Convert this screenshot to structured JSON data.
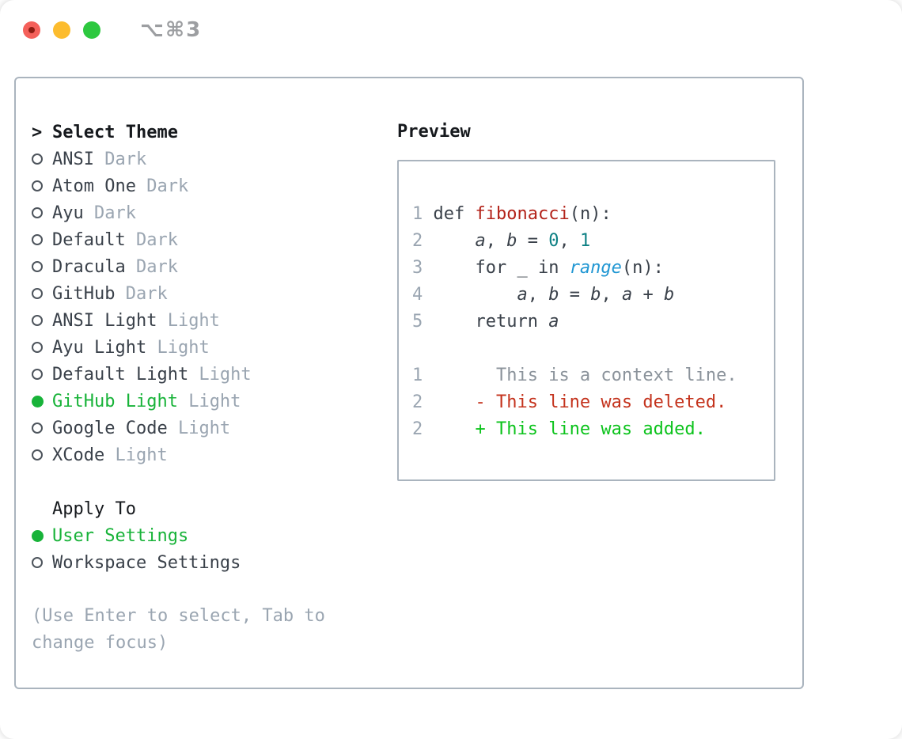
{
  "window": {
    "title": "⌥⌘3",
    "traffic_lights": [
      "close",
      "minimize",
      "zoom"
    ]
  },
  "theme_picker": {
    "prompt": ">",
    "title": "Select Theme",
    "themes": [
      {
        "label": "ANSI",
        "variant": "Dark",
        "selected": false
      },
      {
        "label": "Atom One",
        "variant": "Dark",
        "selected": false
      },
      {
        "label": "Ayu",
        "variant": "Dark",
        "selected": false
      },
      {
        "label": "Default",
        "variant": "Dark",
        "selected": false
      },
      {
        "label": "Dracula",
        "variant": "Dark",
        "selected": false
      },
      {
        "label": "GitHub",
        "variant": "Dark",
        "selected": false
      },
      {
        "label": "ANSI Light",
        "variant": "Light",
        "selected": false
      },
      {
        "label": "Ayu Light",
        "variant": "Light",
        "selected": false
      },
      {
        "label": "Default Light",
        "variant": "Light",
        "selected": false
      },
      {
        "label": "GitHub Light",
        "variant": "Light",
        "selected": true
      },
      {
        "label": "Google Code",
        "variant": "Light",
        "selected": false
      },
      {
        "label": "XCode",
        "variant": "Light",
        "selected": false
      }
    ],
    "apply_to": {
      "title": "Apply To",
      "options": [
        {
          "label": "User Settings",
          "selected": true
        },
        {
          "label": "Workspace Settings",
          "selected": false
        }
      ]
    },
    "hint": "(Use Enter to select, Tab to change focus)"
  },
  "preview": {
    "title": "Preview",
    "code_lines": [
      {
        "num": "1",
        "tokens": [
          {
            "t": "def ",
            "c": "p"
          },
          {
            "t": "fibonacci",
            "c": "f"
          },
          {
            "t": "(n):",
            "c": "p"
          }
        ]
      },
      {
        "num": "2",
        "tokens": [
          {
            "t": "    ",
            "c": "p"
          },
          {
            "t": "a",
            "c": "v"
          },
          {
            "t": ", ",
            "c": "p"
          },
          {
            "t": "b",
            "c": "v"
          },
          {
            "t": " = ",
            "c": "p"
          },
          {
            "t": "0",
            "c": "n"
          },
          {
            "t": ", ",
            "c": "p"
          },
          {
            "t": "1",
            "c": "n"
          }
        ]
      },
      {
        "num": "3",
        "tokens": [
          {
            "t": "    for _ in ",
            "c": "p"
          },
          {
            "t": "range",
            "c": "b"
          },
          {
            "t": "(n):",
            "c": "p"
          }
        ]
      },
      {
        "num": "4",
        "tokens": [
          {
            "t": "        ",
            "c": "p"
          },
          {
            "t": "a",
            "c": "v"
          },
          {
            "t": ", ",
            "c": "p"
          },
          {
            "t": "b",
            "c": "v"
          },
          {
            "t": " = ",
            "c": "p"
          },
          {
            "t": "b",
            "c": "v"
          },
          {
            "t": ", ",
            "c": "p"
          },
          {
            "t": "a",
            "c": "v"
          },
          {
            "t": " + ",
            "c": "p"
          },
          {
            "t": "b",
            "c": "v"
          }
        ]
      },
      {
        "num": "5",
        "tokens": [
          {
            "t": "    return ",
            "c": "p"
          },
          {
            "t": "a",
            "c": "v"
          }
        ]
      }
    ],
    "diff_lines": [
      {
        "num": "1",
        "marker": " ",
        "text": "This is a context line.",
        "kind": "context"
      },
      {
        "num": "2",
        "marker": "-",
        "text": "This line was deleted.",
        "kind": "deleted"
      },
      {
        "num": "2",
        "marker": "+",
        "text": "This line was added.",
        "kind": "added"
      }
    ]
  },
  "colors": {
    "accent_green": "#18b339",
    "added_green": "#0cc31c",
    "deleted_red": "#c4331d",
    "function_red": "#b3231a",
    "number_teal": "#0d8084",
    "builtin_blue": "#2197d3",
    "text_dark": "#3a414a",
    "near_black": "#16191d",
    "muted_gray": "#9aa5b1",
    "context_gray": "#8b939b",
    "border_gray": "#aab4be",
    "title_gray": "#9c9ea1",
    "ring_gray": "#4d545c",
    "traffic_red": "#f4605a",
    "traffic_red_dot": "#8d1c12",
    "traffic_yellow": "#fcbc2e",
    "traffic_green": "#2dc83f"
  }
}
